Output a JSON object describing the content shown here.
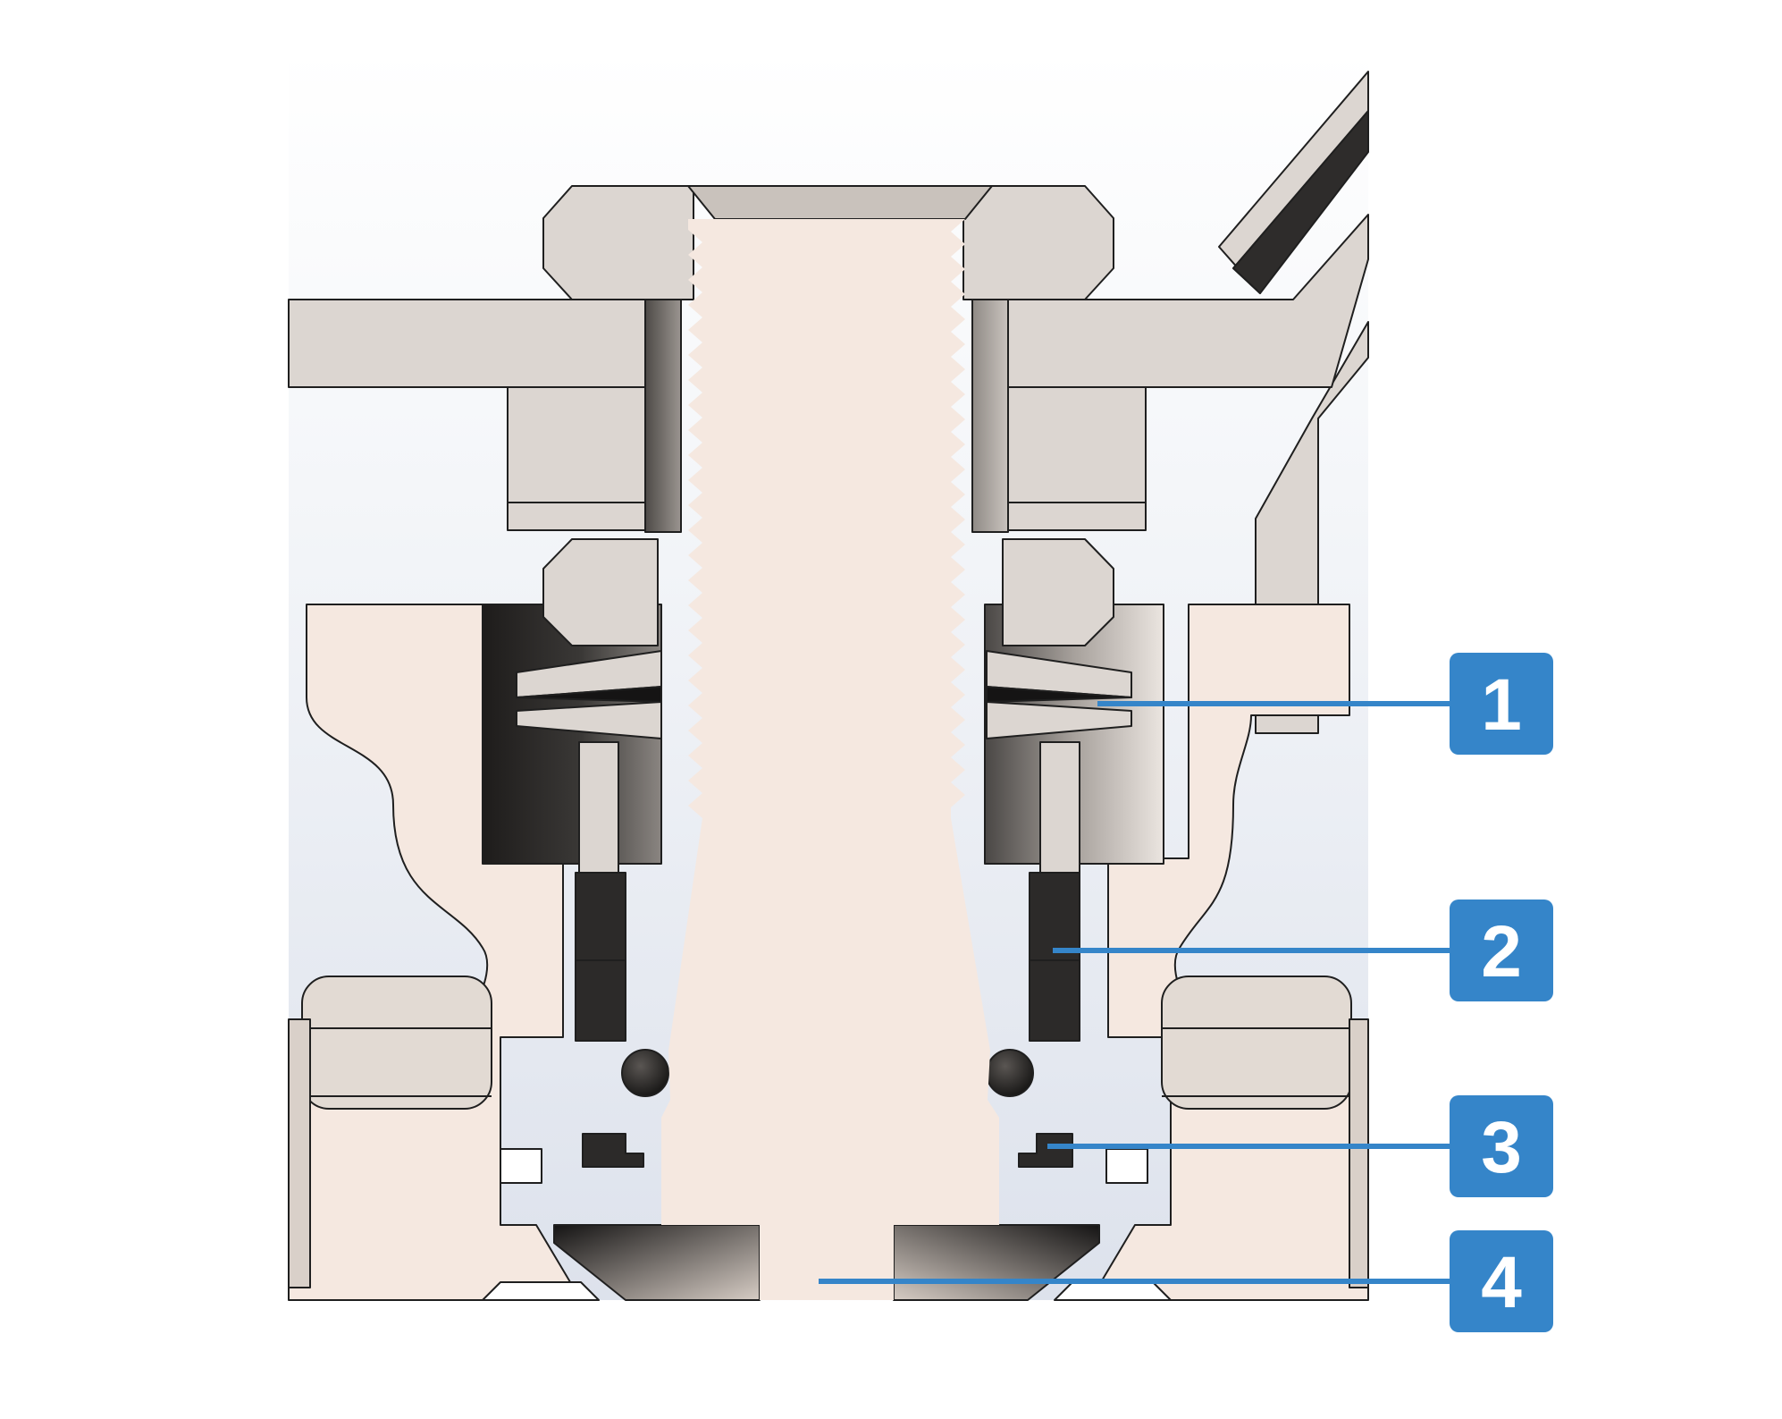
{
  "figure": {
    "background": "#ffffff",
    "colors": {
      "accent": "#3585c9",
      "stem": "#f5e8e0",
      "body": "#f5e8e0",
      "metal_light": "#dcd6d1",
      "metal_mid": "#a9a39e",
      "packing_dark": "#2c2a29",
      "outline": "#1f1f1f",
      "backdrop_top": "#ffffff",
      "backdrop_bottom": "#dde2ec"
    }
  },
  "callouts": [
    {
      "number": "1"
    },
    {
      "number": "2"
    },
    {
      "number": "3"
    },
    {
      "number": "4"
    }
  ]
}
